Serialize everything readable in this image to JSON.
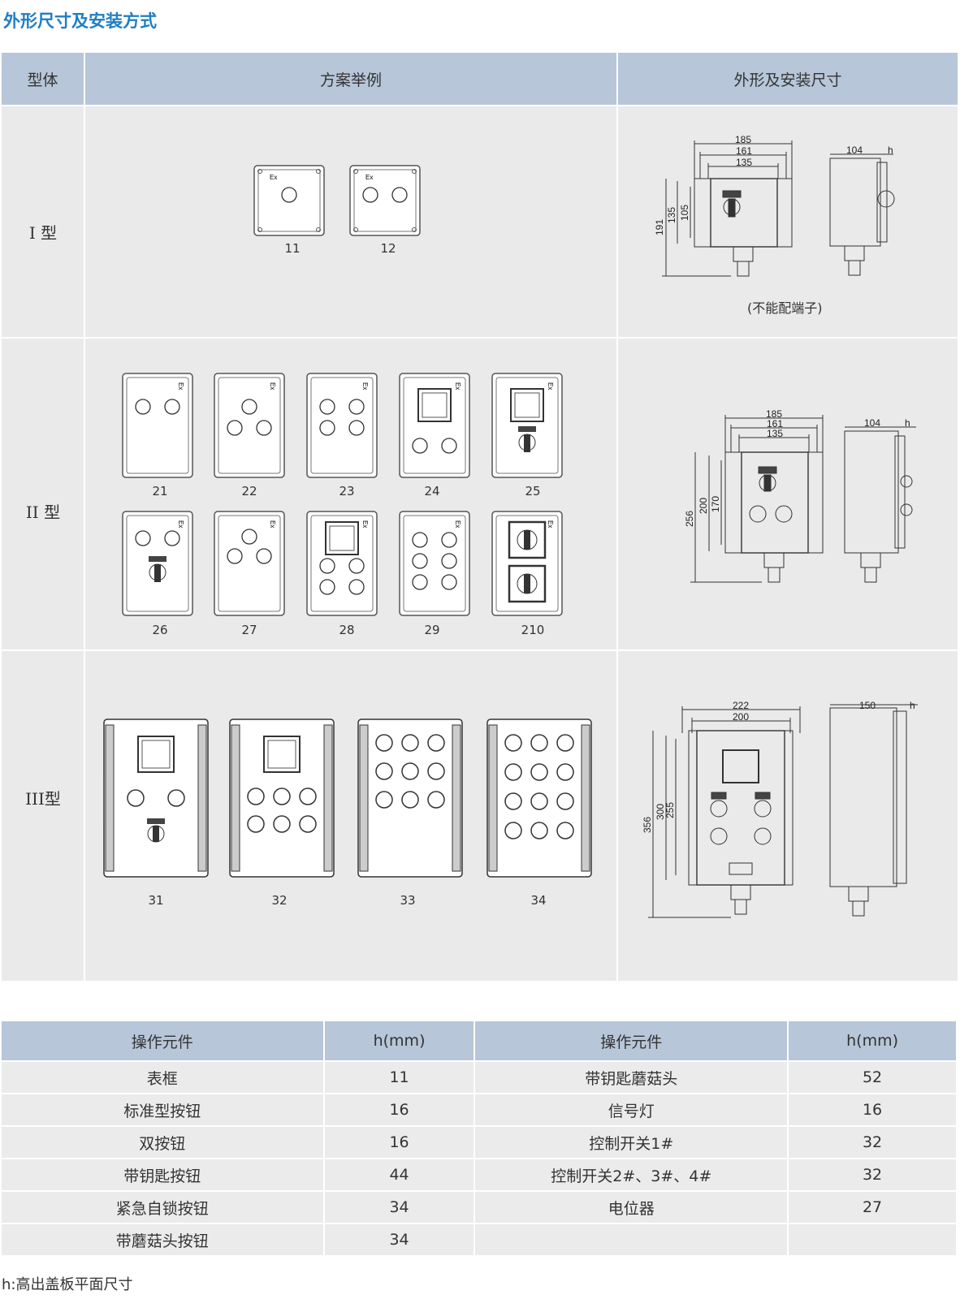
{
  "title": "外形尺寸及安装方式",
  "headers": {
    "type": "型体",
    "scheme": "方案举例",
    "dims": "外形及安装尺寸"
  },
  "rows": {
    "r1": "I 型",
    "r2": "II 型",
    "r3": "III型"
  },
  "ex": "Ex",
  "r1_labels": [
    "11",
    "12"
  ],
  "r2_labels": [
    "21",
    "22",
    "23",
    "24",
    "25",
    "26",
    "27",
    "28",
    "29",
    "210"
  ],
  "r3_labels": [
    "31",
    "32",
    "33",
    "34"
  ],
  "dim1": {
    "w185": "185",
    "w161": "161",
    "w135": "135",
    "d104": "104",
    "h": "h",
    "h191": "191",
    "h135": "135",
    "h105": "105",
    "note": "(不能配端子)"
  },
  "dim2": {
    "w185": "185",
    "w161": "161",
    "w135": "135",
    "d104": "104",
    "h": "h",
    "h256": "256",
    "h200": "200",
    "h170": "170"
  },
  "dim3": {
    "w222": "222",
    "w200": "200",
    "d150": "150",
    "h": "h",
    "h356": "356",
    "h300": "300",
    "h255": "255"
  },
  "table": {
    "headers": [
      "操作元件",
      "h(mm)",
      "操作元件",
      "h(mm)"
    ],
    "rows": [
      [
        "表框",
        "11",
        "带钥匙蘑菇头",
        "52"
      ],
      [
        "标准型按钮",
        "16",
        "信号灯",
        "16"
      ],
      [
        "双按钮",
        "16",
        "控制开关1#",
        "32"
      ],
      [
        "带钥匙按钮",
        "44",
        "控制开关2#、3#、4#",
        "32"
      ],
      [
        "紧急自锁按钮",
        "34",
        "电位器",
        "27"
      ],
      [
        "带蘑菇头按钮",
        "34",
        "",
        ""
      ]
    ]
  },
  "footnote": "h:高出盖板平面尺寸"
}
